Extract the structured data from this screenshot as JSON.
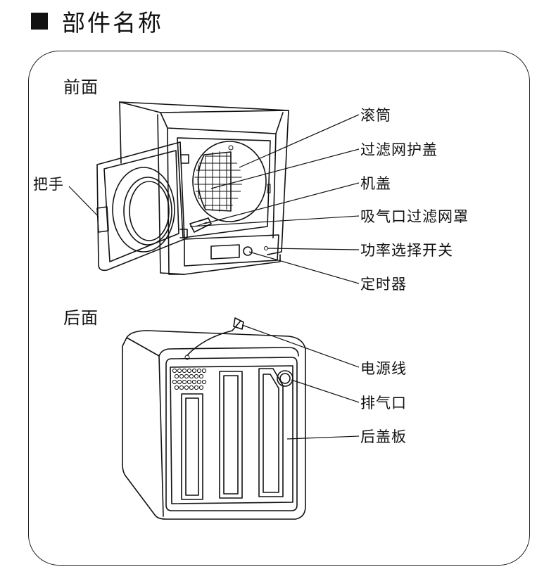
{
  "header": {
    "title": "部件名称"
  },
  "front": {
    "title": "前面",
    "labels": {
      "drum": "滚筒",
      "filter_cover": "过滤网护盖",
      "top_cover": "机盖",
      "intake_filter": "吸气口过滤网罩",
      "power_switch": "功率选择开关",
      "timer": "定时器",
      "handle": "把手"
    }
  },
  "back": {
    "title": "后面",
    "labels": {
      "power_cord": "电源线",
      "exhaust": "排气口",
      "back_cover": "后盖板"
    }
  }
}
